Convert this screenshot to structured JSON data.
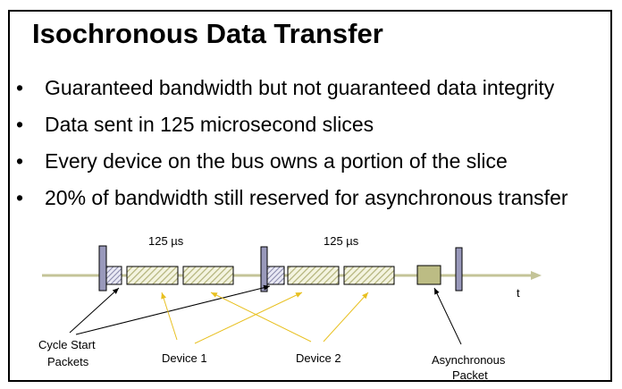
{
  "title": "Isochronous Data Transfer",
  "bullets": [
    "Guaranteed bandwidth but not guaranteed data integrity",
    "Data sent in 125 microsecond slices",
    "Every device on the bus owns a portion of the slice",
    "20% of bandwidth still reserved for asynchronous transfer"
  ],
  "diagram": {
    "slice_label_1": "125 µs",
    "slice_label_2": "125 µs",
    "time_axis_label": "t",
    "cycle_start_label_1": "Cycle Start",
    "cycle_start_label_2": "Packets",
    "device1_label": "Device 1",
    "device2_label": "Device 2",
    "async_label_1": "Asynchronous",
    "async_label_2": "Packet",
    "colors": {
      "timeline": "#c4c498",
      "bar": "#9999bb",
      "hatch_device": "#c4c490",
      "async": "#bcbc84",
      "arrow_yellow": "#e8c020"
    }
  }
}
